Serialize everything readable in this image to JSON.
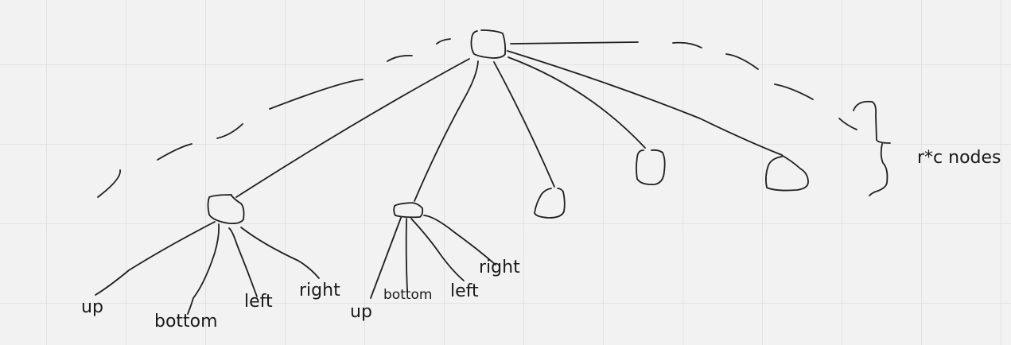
{
  "labels": {
    "count_note": "r*c nodes",
    "left_child": {
      "up": "up",
      "bottom": "bottom",
      "left": "left",
      "right": "right"
    },
    "middle_child": {
      "up": "up",
      "bottom": "bottom",
      "left": "left",
      "right": "right"
    }
  },
  "colors": {
    "background": "#f2f2f2",
    "grid": "#e2e2e2",
    "ink": "#1f1f1f"
  }
}
